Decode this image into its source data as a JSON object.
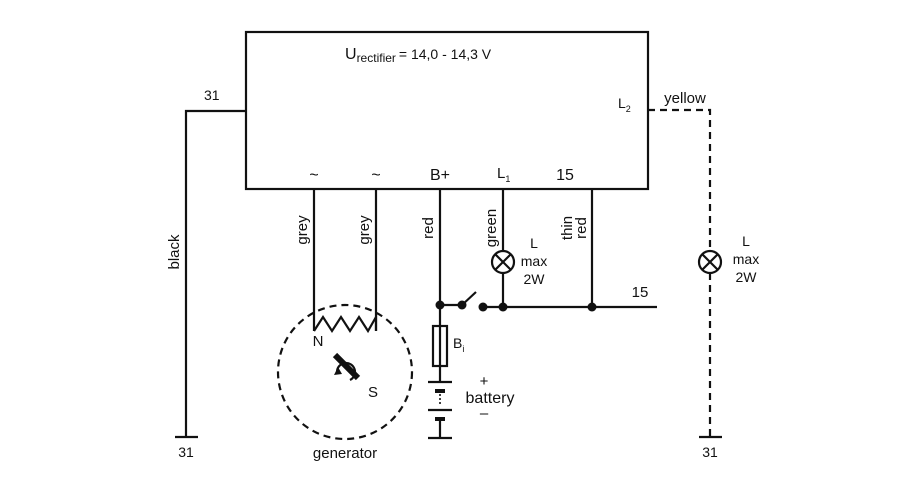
{
  "colors": {
    "line": "#111111",
    "background": "#ffffff"
  },
  "regulator": {
    "title_prefix": "U",
    "title_sub": "rectifier",
    "title_value": "= 14,0 - 14,3 V",
    "terminal_ac1": "~",
    "terminal_ac2": "~",
    "terminal_bplus": "B+",
    "terminal_l1": "L",
    "terminal_l1_sub": "1",
    "terminal_15": "15",
    "terminal_l2": "L",
    "terminal_l2_sub": "2",
    "terminal_31": "31"
  },
  "wires": {
    "black": "black",
    "grey1": "grey",
    "grey2": "grey",
    "red": "red",
    "green": "green",
    "thin": "thin",
    "thin_red": "red",
    "yellow": "yellow"
  },
  "lamp_left": {
    "l": "L",
    "max": "max",
    "power": "2W"
  },
  "lamp_right": {
    "l": "L",
    "max": "max",
    "power": "2W"
  },
  "fuse": {
    "label": "B",
    "sub": "i"
  },
  "battery": {
    "plus": "+",
    "label": "battery",
    "minus": "–"
  },
  "generator": {
    "label": "generator",
    "north": "N",
    "south": "S"
  },
  "ground_left": "31",
  "ground_right": "31",
  "line_15": "15"
}
